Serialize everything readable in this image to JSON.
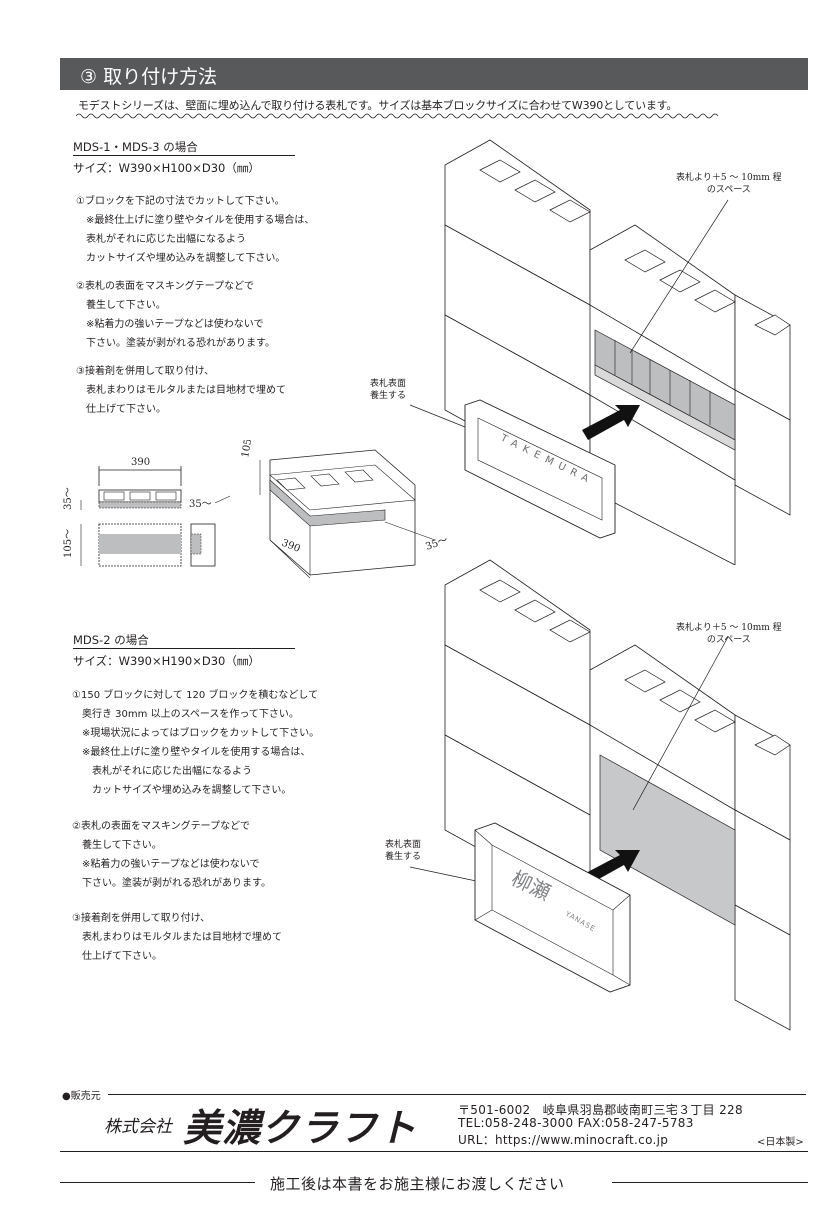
{
  "header": {
    "title": "③ 取り付け方法",
    "intro": "モデストシリーズは、壁面に埋め込んで取り付ける表札です。サイズは基本ブロックサイズに合わせてW390としています。"
  },
  "section1": {
    "title": "MDS-1・MDS-3 の場合",
    "size": "サイズ：W390×H100×D30（㎜）",
    "steps": [
      "①ブロックを下記の寸法でカットして下さい。\n　※最終仕上げに塗り壁やタイルを使用する場合は、\n　表札がそれに応じた出幅になるよう\n　カットサイズや埋め込みを調整して下さい。",
      "②表札の表面をマスキングテープなどで\n　養生して下さい。\n　※粘着力の強いテープなどは使わないで\n　下さい。塗装が剥がれる恐れがあります。",
      "③接着剤を併用して取り付け、\n　表札まわりはモルタルまたは目地材で埋めて\n　仕上げて下さい。"
    ],
    "diagram": {
      "dim_390_top": "390",
      "dim_35_left": "35～",
      "dim_105_left": "105～",
      "dim_35_right": "35～",
      "dim_105_iso": "105～",
      "dim_390_iso": "390",
      "dim_35_iso": "35～"
    },
    "callout_space": "表札より＋5 ～ 10mm 程\nのスペース",
    "callout_protect": "表札表面\n養生する",
    "plate_text": "TAKEMURA"
  },
  "section2": {
    "title": "MDS-2 の場合",
    "size": "サイズ：W390×H190×D30（㎜）",
    "steps": [
      "①150 ブロックに対して 120 ブロックを積むなどして\n　奥行き 30mm 以上のスペースを作って下さい。\n　※現場状況によってはブロックをカットして下さい。\n　※最終仕上げに塗り壁やタイルを使用する場合は、\n　　表札がそれに応じた出幅になるよう\n　　カットサイズや埋め込みを調整して下さい。",
      "②表札の表面をマスキングテープなどで\n　養生して下さい。\n　※粘着力の強いテープなどは使わないで\n　下さい。塗装が剥がれる恐れがあります。",
      "③接着剤を併用して取り付け、\n　表札まわりはモルタルまたは目地材で埋めて\n　仕上げて下さい。"
    ],
    "callout_space": "表札より＋5 ～ 10mm 程\nのスペース",
    "callout_protect": "表札表面\n養生する",
    "plate_kanji": "柳瀬",
    "plate_roman": "YANASE"
  },
  "footer": {
    "seller_label": "●販売元",
    "company_prefix": "株式会社",
    "company_name": "美濃クラフト",
    "address": "〒501-6002　岐阜県羽島郡岐南町三宅３丁目 228",
    "tel": "TEL:058-248-3000  FAX:058-247-5783",
    "url": "URL：https://www.minocraft.co.jp",
    "made_in": "<日本製>",
    "closing": "施工後は本書をお施主様にお渡しください"
  }
}
